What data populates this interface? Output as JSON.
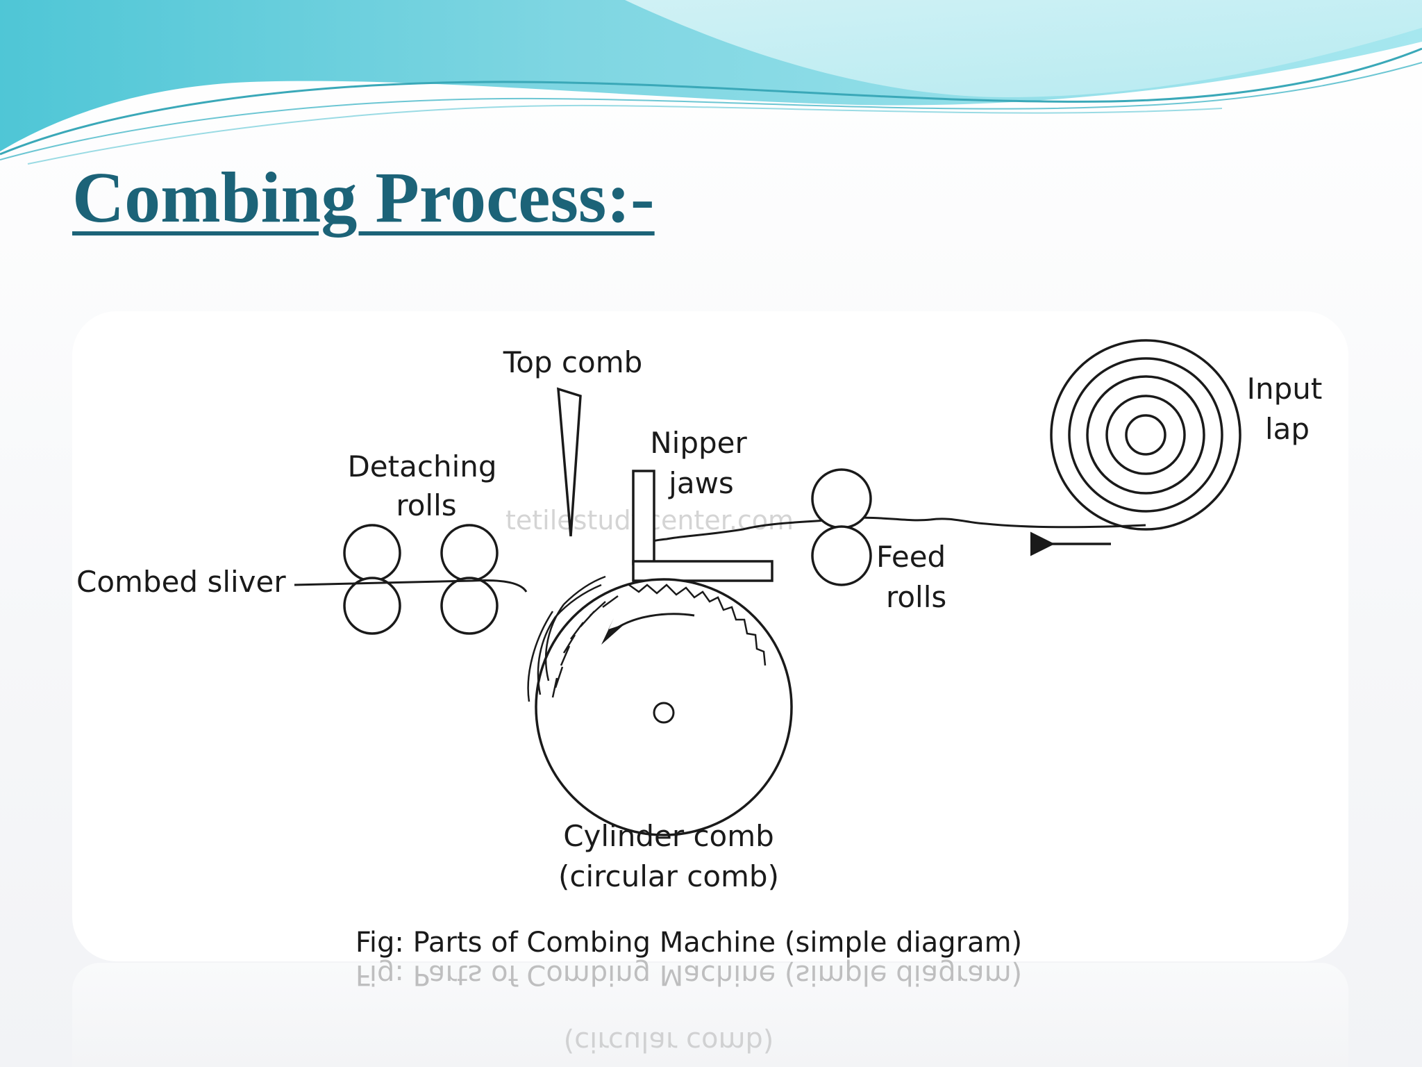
{
  "slide": {
    "title": "Combing Process:-"
  },
  "diagram": {
    "labels": {
      "top_comb": "Top comb",
      "detaching_rolls_line1": "Detaching",
      "detaching_rolls_line2": "rolls",
      "nipper_jaws_line1": "Nipper",
      "nipper_jaws_line2": "jaws",
      "input_lap_line1": "Input",
      "input_lap_line2": "lap",
      "combed_sliver": "Combed sliver",
      "feed_rolls_line1": "Feed",
      "feed_rolls_line2": "rolls",
      "cylinder_comb_line1": "Cylinder comb",
      "cylinder_comb_line2": "(circular comb)"
    },
    "watermark": "tetilestudycenter.com",
    "caption": "Fig: Parts of Combing Machine (simple diagram)",
    "reflection": {
      "caption": "Fig: Parts of Combing Machine (simple diagram)",
      "cylinder_comb_line2": "(circular comb)"
    }
  },
  "colors": {
    "title": "#1c6378",
    "wave_teal": "#5fd0dc",
    "wave_light": "#bfeef3",
    "ink": "#1a1a1a",
    "watermark": "#d4d4d4"
  }
}
